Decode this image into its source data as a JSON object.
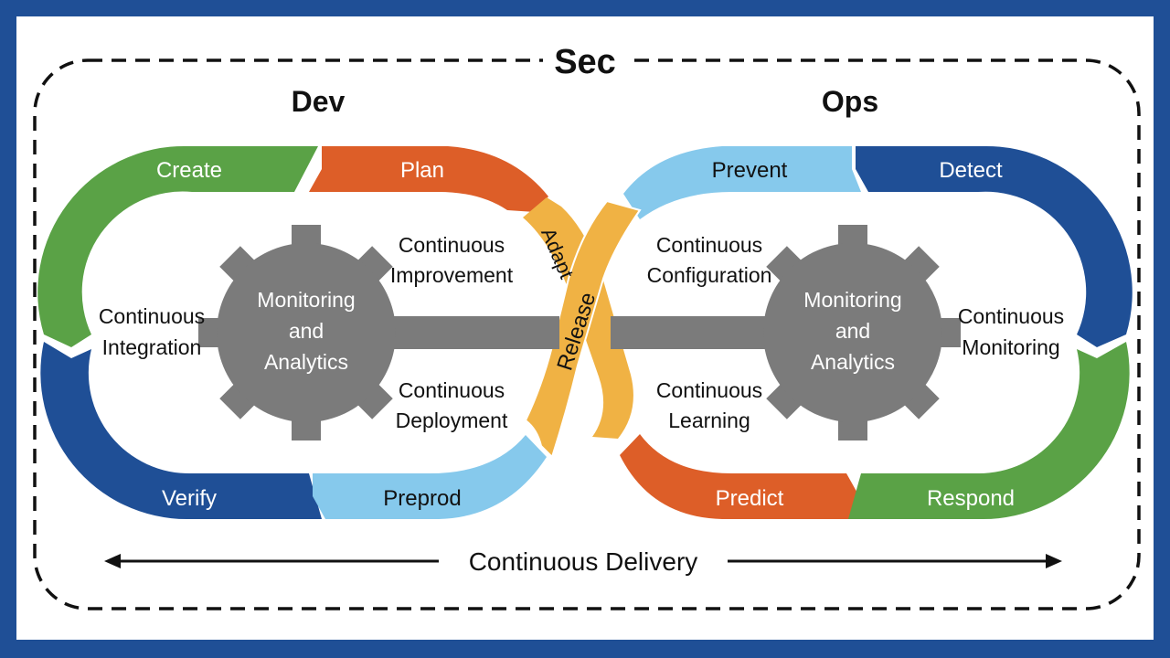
{
  "title": "Sec",
  "dev_label": "Dev",
  "ops_label": "Ops",
  "footer_label": "Continuous Delivery",
  "colors": {
    "frame": "#1f4f96",
    "green": "#5aa246",
    "orange": "#dd5e28",
    "yellow": "#f0b244",
    "light_blue": "#86c9ec",
    "dark_blue": "#1f4f96",
    "gear": "#7b7b7b"
  },
  "dev": {
    "create": "Create",
    "plan": "Plan",
    "verify": "Verify",
    "preprod": "Preprod",
    "gear_text": [
      "Monitoring",
      "and",
      "Analytics"
    ],
    "left_text": [
      "Continuous",
      "Integration"
    ],
    "upper_text": [
      "Continuous",
      "Improvement"
    ],
    "lower_text": [
      "Continuous",
      "Deployment"
    ]
  },
  "center": {
    "adapt": "Adapt",
    "release": "Release"
  },
  "ops": {
    "prevent": "Prevent",
    "detect": "Detect",
    "predict": "Predict",
    "respond": "Respond",
    "gear_text": [
      "Monitoring",
      "and",
      "Analytics"
    ],
    "right_text": [
      "Continuous",
      "Monitoring"
    ],
    "upper_text": [
      "Continuous",
      "Configuration"
    ],
    "lower_text": [
      "Continuous",
      "Learning"
    ]
  }
}
